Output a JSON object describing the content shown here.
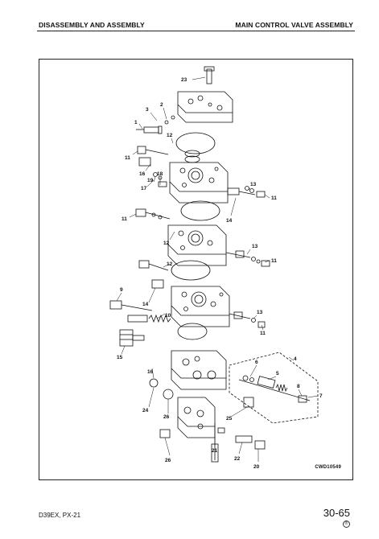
{
  "header": {
    "left": "DISASSEMBLY AND ASSEMBLY",
    "right": "MAIN CONTROL VALVE ASSEMBLY"
  },
  "figure": {
    "code": "CWD10549",
    "callouts": {
      "c23": "23",
      "c3": "3",
      "c2": "2",
      "c1": "1",
      "c12a": "12",
      "c11a": "11",
      "c16": "16",
      "c18": "18",
      "c19": "19",
      "c17": "17",
      "c13a": "13",
      "c11b": "11",
      "c14a": "14",
      "c11c": "11",
      "c12b": "12",
      "c13b": "13",
      "c11d": "11",
      "c12c": "12",
      "c9": "9",
      "c14b": "14",
      "c10": "10",
      "c13c": "13",
      "c11e": "11",
      "c15": "15",
      "c16b": "16",
      "c4": "4",
      "c6": "6",
      "c5": "5",
      "c8": "8",
      "c7": "7",
      "c24": "24",
      "c26": "26",
      "c25": "25",
      "c21": "21",
      "c26b": "26",
      "c22": "22",
      "c20": "20"
    }
  },
  "footer": {
    "left": "D39EX, PX-21",
    "right": "30-65",
    "mark": "®"
  }
}
